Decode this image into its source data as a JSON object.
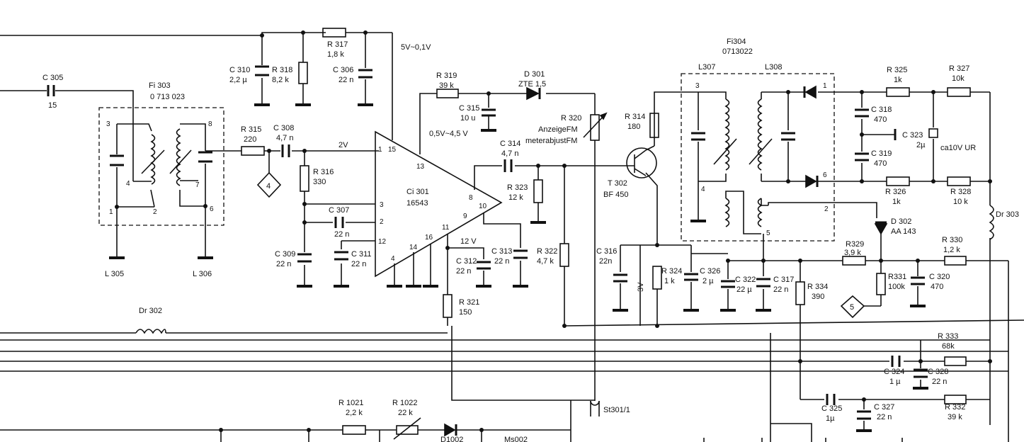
{
  "labels": {
    "c305": "C 305",
    "c305_val": "15",
    "fi303": "Fi  303",
    "fi303_num": "0 713 023",
    "l305": "L 305",
    "l306": "L 306",
    "c310": "C 310",
    "c310_val": "2,2 µ",
    "r318": "R 318",
    "r318_val": "8,2 k",
    "r317": "R 317",
    "r317_val": "1,8 k",
    "c306": "C 306",
    "c306_val": "22 n",
    "v_5v": "5V~0,1V",
    "r315": "R 315",
    "r315_val": "220",
    "c308": "C 308",
    "c308_val": "4,7 n",
    "v_2v": "2V",
    "r316": "R 316",
    "r316_val": "330",
    "c307": "C 307",
    "c307_val": "22 n",
    "c309": "C 309",
    "c309_val": "22 n",
    "c311": "C 311",
    "c311_val": "22 n",
    "ci301": "Ci  301",
    "ci301_num": "16543",
    "r319": "R 319",
    "r319_val": "39 k",
    "c315": "C 315",
    "c315_val": "10 u",
    "d301": "D 301",
    "d301_val": "ZTE 1,5",
    "v_range": "0,5V~4,5 V",
    "c314": "C 314",
    "c314_val": "4,7 n",
    "r320": "R 320",
    "r320_line1": "AnzeigeFM",
    "r320_line2": "meterabjustFM",
    "r323": "R 323",
    "r323_val": "12 k",
    "v_12v": "12 V",
    "c312": "C 312",
    "c312_val": "22 n",
    "c313": "C 313",
    "c313_val": "22 n",
    "r322": "R 322",
    "r322_val": "4,7 k",
    "r321": "R 321",
    "r321_val": "150",
    "r314": "R 314",
    "r314_val": "180",
    "t302": "T 302",
    "t302_val": "BF  450",
    "c316": "C 316",
    "c316_val": "22n",
    "v_3v": "3V",
    "r324": "R 324",
    "r324_val": "1 k",
    "c326": "C 326",
    "c326_val": "2 µ",
    "c322": "C 322",
    "c322_val": "22 µ",
    "c317": "C 317",
    "c317_val": "22 n",
    "fi304": "Fi304",
    "fi304_num": "0713022",
    "l307": "L307",
    "l308": "L308",
    "r325": "R 325",
    "r325_val": "1k",
    "r327": "R 327",
    "r327_val": "10k",
    "c318": "C 318",
    "c318_val": "470",
    "c323": "C 323",
    "c323_val": "2µ",
    "c323_ur": "ca10V UR",
    "c319": "C 319",
    "c319_val": "470",
    "r326": "R 326",
    "r326_val": "1k",
    "r328": "R 328",
    "r328_val": "10 k",
    "dr303": "Dr 303",
    "d302": "D 302",
    "d302_val": "AA 143",
    "r329": "R329",
    "r329_val": "3,9 k",
    "r330": "R 330",
    "r330_val": "1,2 k",
    "r331": "R331",
    "r331_val": "100k",
    "c320": "C 320",
    "c320_val": "470",
    "r334": "R 334",
    "r334_val": "390",
    "dr302": "Dr 302",
    "r333": "R 333",
    "r333_val": "68k",
    "c324": "C 324",
    "c324_val": "1 µ",
    "c328": "C 328",
    "c328_val": "22 n",
    "c325": "C 325",
    "c325_val": "1µ",
    "c327": "C 327",
    "c327_val": "22 n",
    "r332": "R 332",
    "r332_val": "39 k",
    "r1021": "R 1021",
    "r1021_val": "2,2 k",
    "r1022": "R 1022",
    "r1022_val": "22 k",
    "d1002": "D1002",
    "ms002": "Ms002",
    "st301": "St301/1",
    "node4": "4",
    "node5": "5"
  },
  "pins": {
    "fi303_p3": "3",
    "fi303_p4": "4",
    "fi303_p1": "1",
    "fi303_p2": "2",
    "fi303_p8": "8",
    "fi303_p7": "7",
    "fi303_p6": "6",
    "ic_p1": "1",
    "ic_p15": "15",
    "ic_p13": "13",
    "ic_p3": "3",
    "ic_p2": "2",
    "ic_p12": "12",
    "ic_p8": "8",
    "ic_p9": "9",
    "ic_p10": "10",
    "ic_p11": "11",
    "ic_p16": "16",
    "ic_p14": "14",
    "ic_p4": "4",
    "fi304_p3": "3",
    "fi304_p4": "4",
    "fi304_p1": "1",
    "fi304_p6": "6",
    "fi304_p2": "2",
    "fi304_p5": "5"
  }
}
